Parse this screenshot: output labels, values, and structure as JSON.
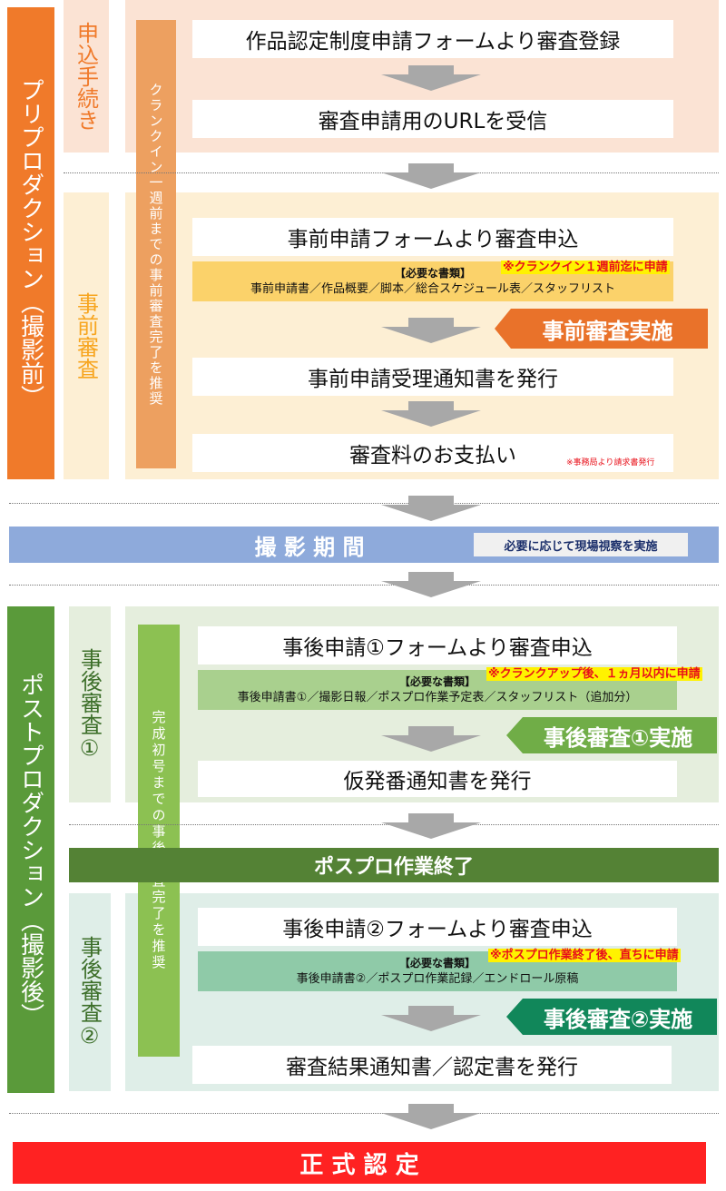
{
  "phases": {
    "pre": "プリプロダクション（撮影前）",
    "post": "ポストプロダクション（撮影後）"
  },
  "sections": {
    "application": "申込手続き",
    "pre_review": "事前審査",
    "post_review_1": "事後審査①",
    "post_review_2": "事後審査②"
  },
  "recommendations": {
    "pre": "クランクイン一週前までの事前審査完了を推奨",
    "post": "完成初号までの事後審査完了を推奨"
  },
  "steps": {
    "s1": "作品認定制度申請フォームより審査登録",
    "s2": "審査申請用のURLを受信",
    "s3": "事前申請フォームより審査申込",
    "s4": "事前申請受理通知書を発行",
    "s5": "審査料のお支払い",
    "s6": "事後申請①フォームより審査申込",
    "s7": "仮発番通知書を発行",
    "s8": "事後申請②フォームより審査申込",
    "s9": "審査結果通知書／認定書を発行"
  },
  "docs": {
    "pre": {
      "title": "【必要な書類】",
      "items": "事前申請書／作品概要／脚本／総合スケジュール表／スタッフリスト"
    },
    "post1": {
      "title": "【必要な書類】",
      "items": "事後申請書①／撮影日報／ポスプロ作業予定表／スタッフリスト（追加分）"
    },
    "post2": {
      "title": "【必要な書類】",
      "items": "事後申請書②／ポスプロ作業記録／エンドロール原稿"
    }
  },
  "notes": {
    "pre_deadline": "※クランクイン１週前迄に申請",
    "invoice": "※事務局より請求書発行",
    "post1_deadline": "※クランクアップ後、１ヵ月以内に申請",
    "post2_deadline": "※ポスプロ作業終了後、直ちに申請"
  },
  "tags": {
    "pre": "事前審査実施",
    "post1": "事後審査①実施",
    "post2": "事後審査②実施"
  },
  "bars": {
    "shooting": "撮 影 期 間",
    "site_visit": "必要に応じて現場視察を実施",
    "postpro_end": "ポスプロ作業終了",
    "final": "正 式 認 定"
  }
}
